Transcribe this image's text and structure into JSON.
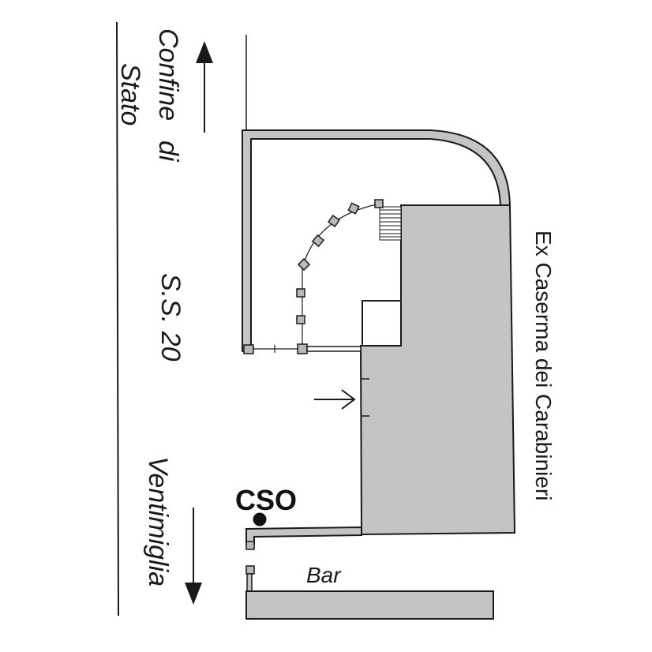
{
  "labels": {
    "confine_line1": "Confine",
    "confine_line2": "di",
    "confine_line3": "Stato",
    "road": "S.S. 20",
    "ventimiglia": "Ventimiglia",
    "building": "Ex Caserma dei Carabinieri",
    "cso": "CSO",
    "bar": "Bar"
  },
  "colors": {
    "building_fill": "#c4c4c4",
    "wall_fill": "#c4c4c4",
    "stroke": "#1a1a1a",
    "marker": "#111111"
  },
  "icons": {
    "north_arrow": "arrow-up-icon",
    "south_arrow": "arrow-down-icon",
    "entrance_arrow": "arrow-right-icon",
    "cso_marker": "location-dot-icon"
  }
}
